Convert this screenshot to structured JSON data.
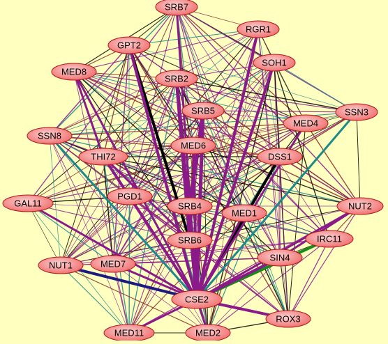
{
  "colors": {
    "background": "#ffffc0",
    "node_fill_center": "#fbd2d2",
    "node_fill_edge": "#f06a6a",
    "node_stroke": "#b01818",
    "edge_purple": "#8a1a8a",
    "edge_teal": "#1a8a8a",
    "edge_black": "#000000",
    "edge_navy": "#1a1a80",
    "edge_green": "#1a8a1a",
    "edge_brown": "#8a2a2a"
  },
  "nodes": [
    {
      "id": "SRB7",
      "label": "SRB7"
    },
    {
      "id": "RGR1",
      "label": "RGR1"
    },
    {
      "id": "GPT2",
      "label": "GPT2"
    },
    {
      "id": "SOH1",
      "label": "SOH1"
    },
    {
      "id": "MED8",
      "label": "MED8"
    },
    {
      "id": "SRB2",
      "label": "SRB2"
    },
    {
      "id": "SSN3",
      "label": "SSN3"
    },
    {
      "id": "SRB5",
      "label": "SRB5"
    },
    {
      "id": "MED4",
      "label": "MED4"
    },
    {
      "id": "SSN8",
      "label": "SSN8"
    },
    {
      "id": "MED6",
      "label": "MED6"
    },
    {
      "id": "THI72",
      "label": "THI72"
    },
    {
      "id": "DSS1",
      "label": "DSS1"
    },
    {
      "id": "GAL11",
      "label": "GAL11"
    },
    {
      "id": "PGD1",
      "label": "PGD1"
    },
    {
      "id": "NUT2",
      "label": "NUT2"
    },
    {
      "id": "SRB4",
      "label": "SRB4"
    },
    {
      "id": "MED1",
      "label": "MED1"
    },
    {
      "id": "IRC11",
      "label": "IRC11"
    },
    {
      "id": "SRB6",
      "label": "SRB6"
    },
    {
      "id": "SIN4",
      "label": "SIN4"
    },
    {
      "id": "NUT1",
      "label": "NUT1"
    },
    {
      "id": "MED7",
      "label": "MED7"
    },
    {
      "id": "CSE2",
      "label": "CSE2"
    },
    {
      "id": "ROX3",
      "label": "ROX3"
    },
    {
      "id": "MED11",
      "label": "MED11"
    },
    {
      "id": "MED2",
      "label": "MED2"
    }
  ]
}
